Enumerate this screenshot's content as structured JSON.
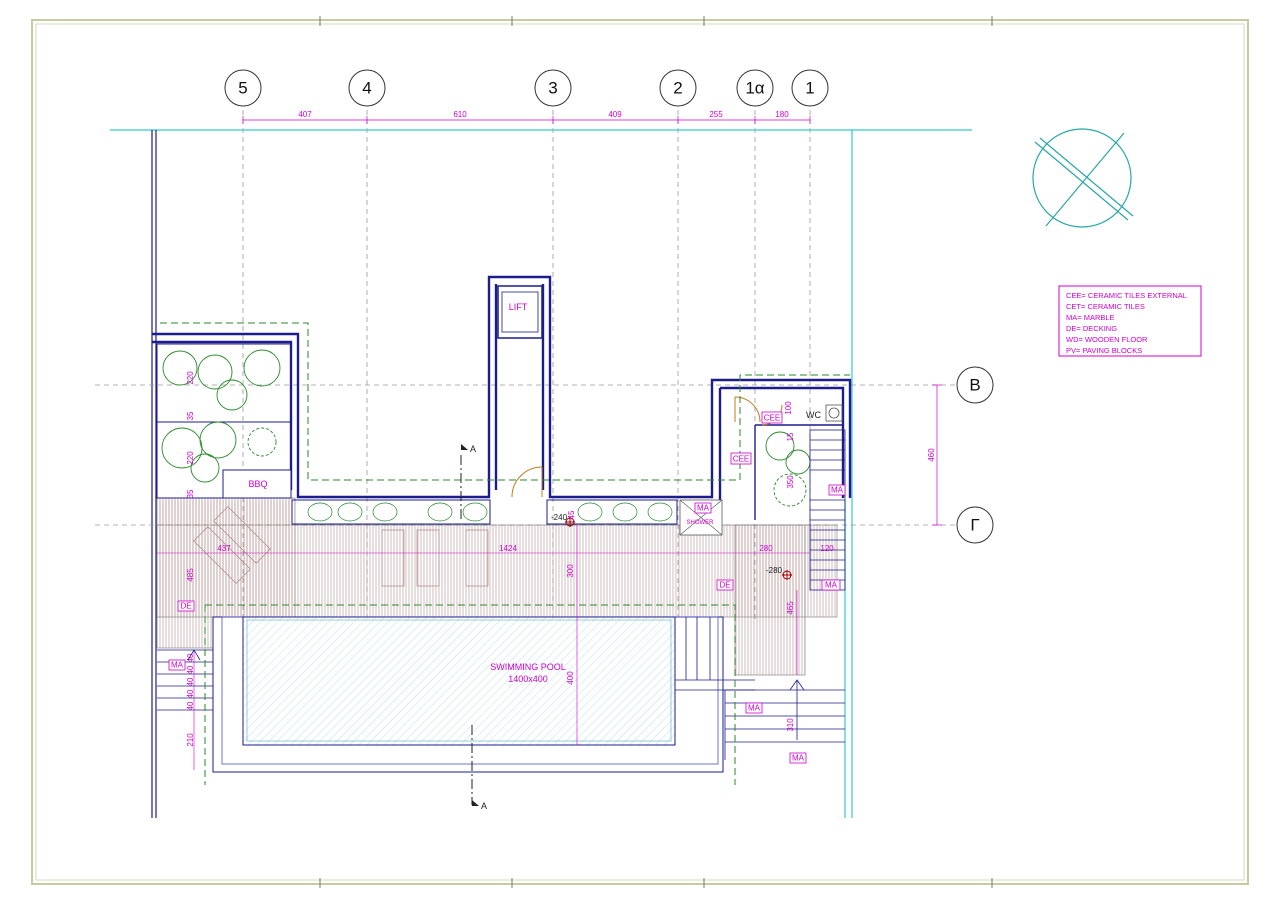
{
  "grid_columns": [
    "5",
    "4",
    "3",
    "2",
    "1α",
    "1"
  ],
  "grid_rows": [
    "B",
    "Γ"
  ],
  "dimensions_top": [
    "407",
    "610",
    "409",
    "255",
    "180"
  ],
  "dimension_right": "460",
  "legend": [
    "CEE= CERAMIC TILES EXTERNAL",
    "CET= CERAMIC TILES",
    "MA= MARBLE",
    "DE= DECKING",
    "WD= WOODEN FLOOR",
    "PV= PAVING BLOCKS"
  ],
  "rooms": {
    "lift": "LIFT",
    "wc": "WC",
    "bbq": "BBQ",
    "shower": "SHOWER",
    "pool_name": "SWIMMING POOL",
    "pool_size": "1400x400"
  },
  "section_marker": "A",
  "levels": {
    "a": "-240",
    "b": "-280"
  },
  "finish_tags": {
    "cee": "CEE",
    "ma": "MA",
    "de": "DE"
  },
  "dims": {
    "d437": "437",
    "d1424": "1424",
    "d280": "280",
    "d120": "120",
    "d300": "300",
    "d400": "400",
    "d465": "465",
    "d485": "485",
    "d310": "310",
    "d210": "210",
    "d220": "220",
    "d35": "35",
    "d350": "350",
    "d100": "100",
    "d40": "40",
    "d15": "15",
    "d45": "45"
  },
  "colors": {
    "border": "#c9c9a2",
    "wall": "#1c1c8c",
    "grid": "#9a9a9a",
    "dimension": "#d000d0",
    "boundary": "#33cccc",
    "landscape": "#2a8a2a",
    "pool_hatch": "#6fb7cf"
  }
}
